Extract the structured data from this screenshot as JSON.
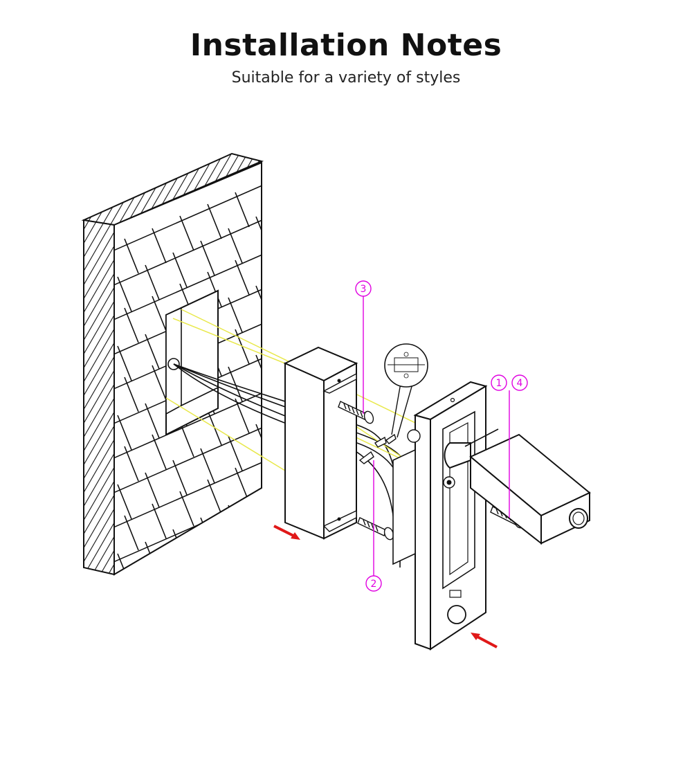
{
  "header": {
    "title": "Installation Notes",
    "subtitle": "Suitable for a variety of styles"
  },
  "callouts": {
    "c3": "3",
    "c1": "1",
    "c4": "4",
    "c2": "2"
  },
  "colors": {
    "callout": "#e000e0",
    "guide": "#e8e84a",
    "arrow": "#e01818",
    "line": "#111111"
  },
  "icons": [
    "brick-wall",
    "mounting-box",
    "screw",
    "wire-connector",
    "door-station-panel",
    "camera-module",
    "direction-arrow",
    "wiring-detail-icon"
  ]
}
